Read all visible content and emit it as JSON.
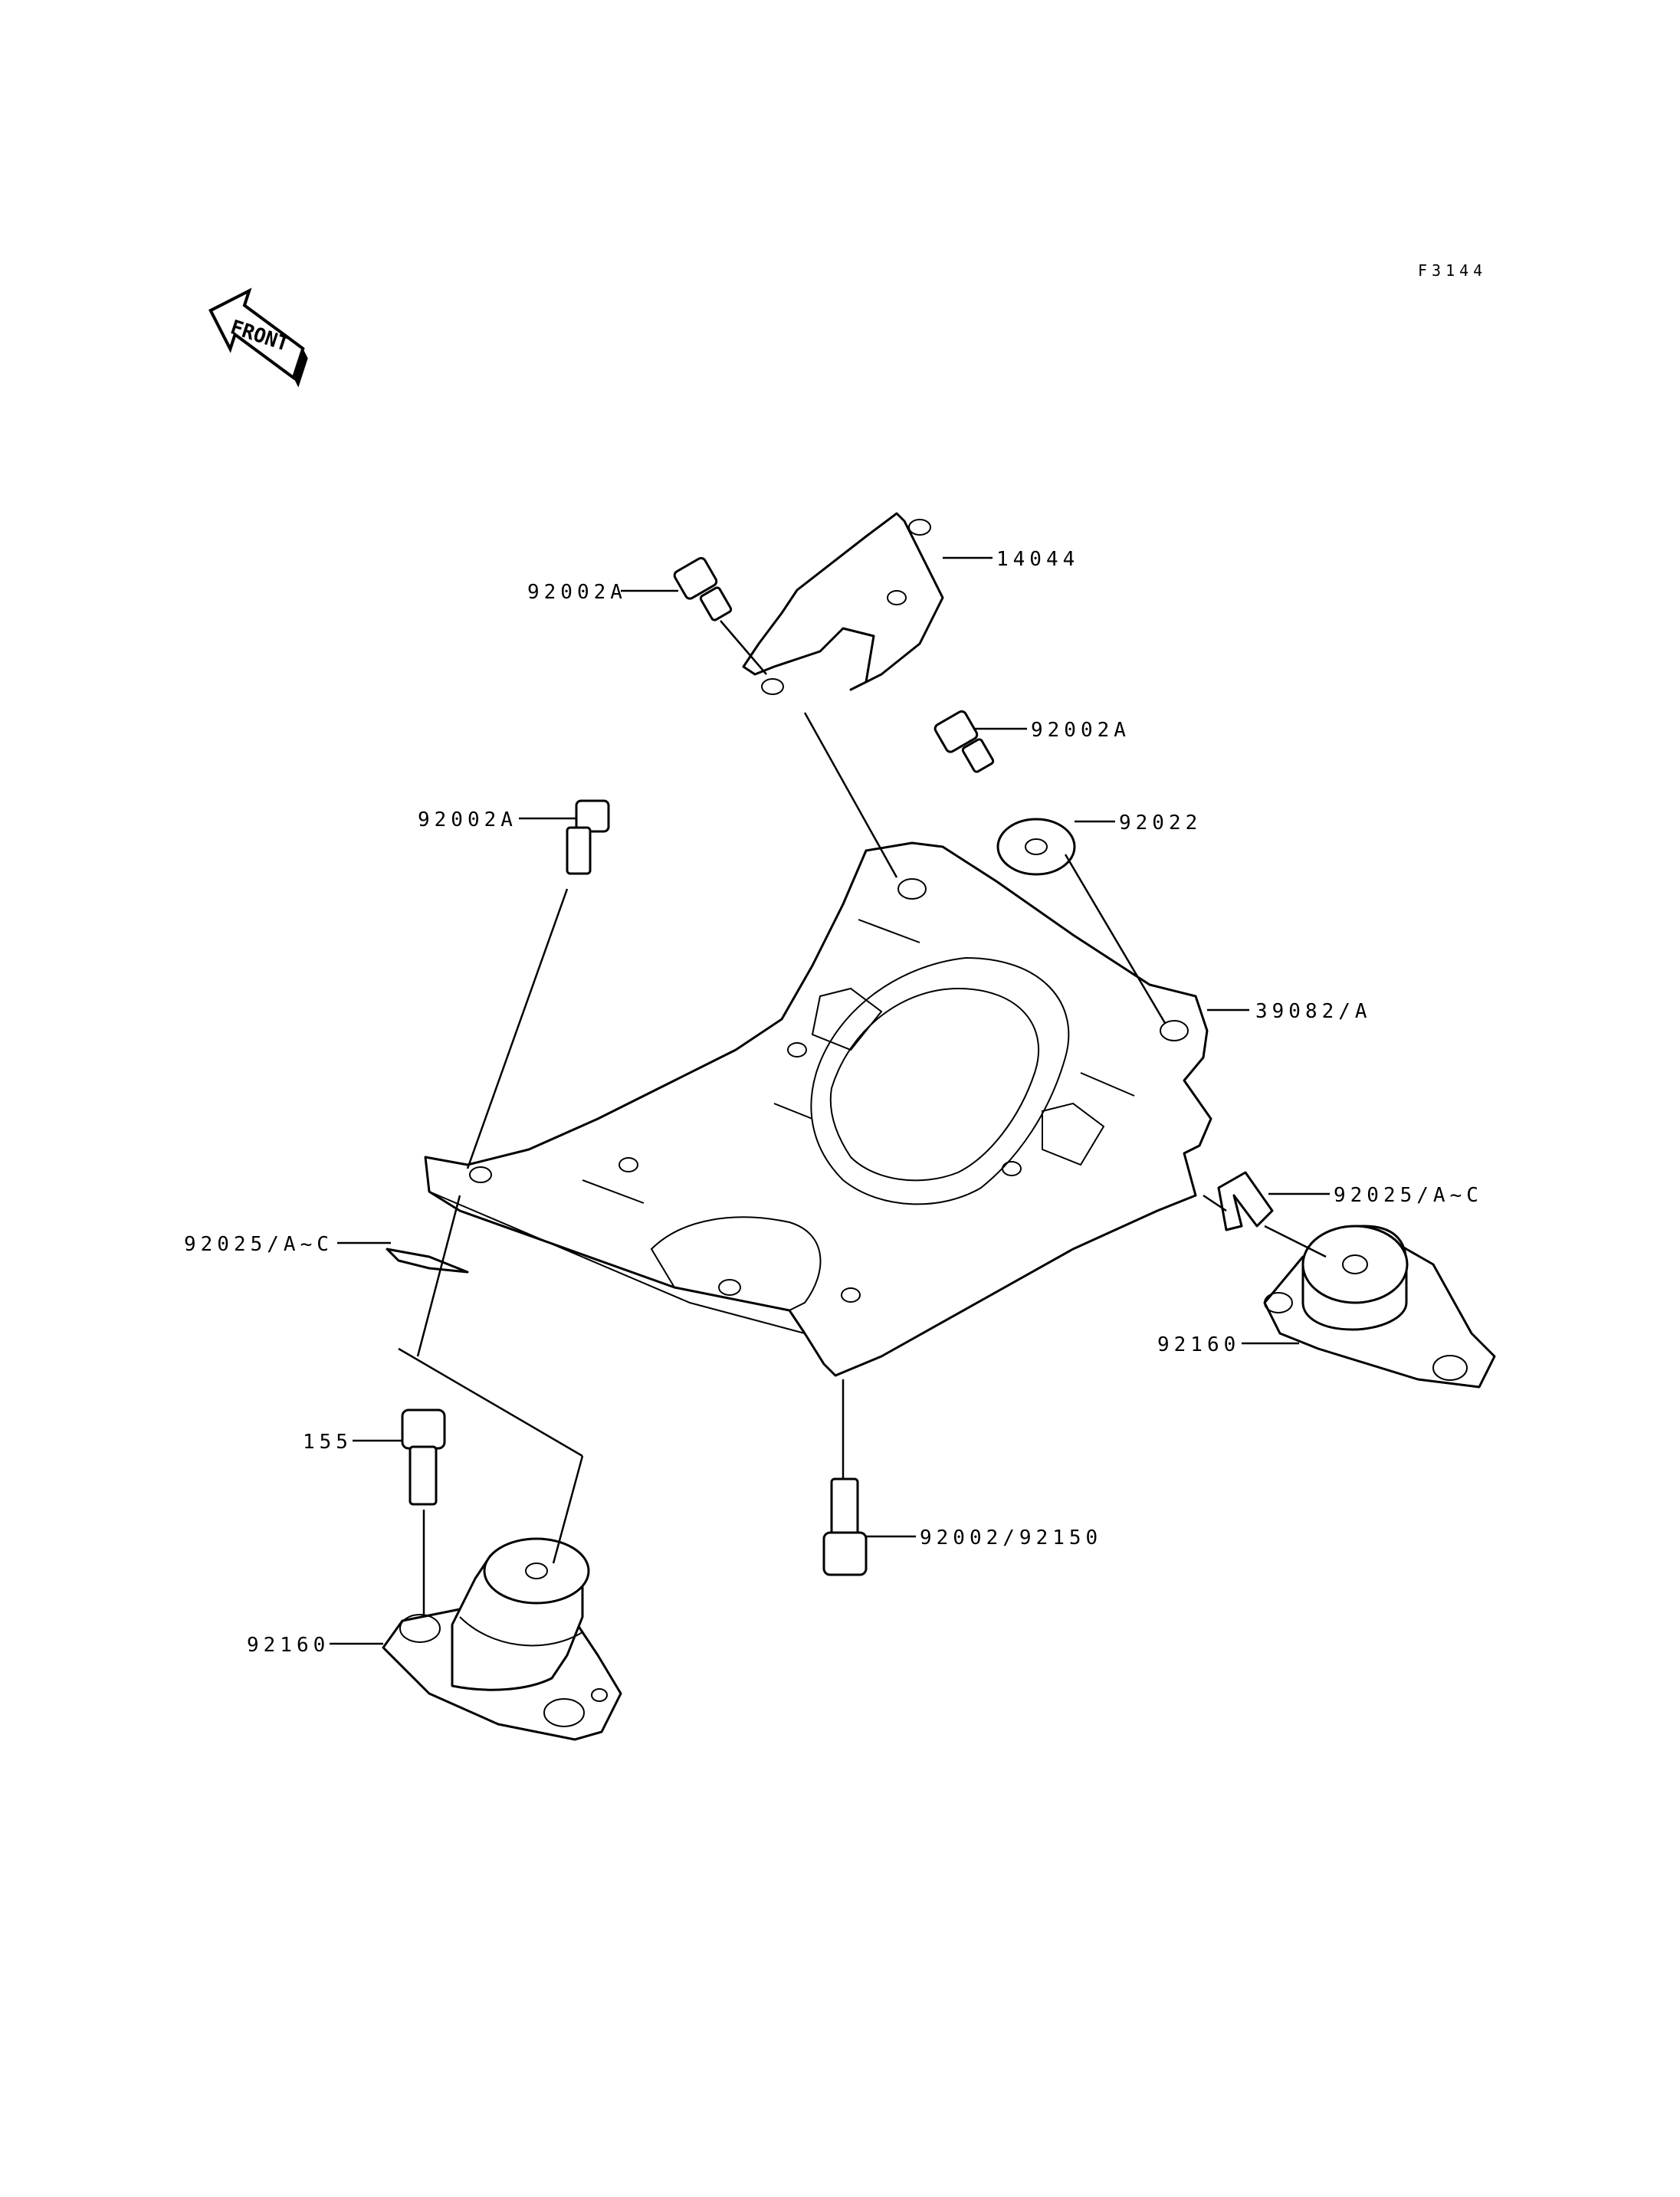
{
  "diagram": {
    "figure_code": "F3144",
    "front_label": "FRONT",
    "callouts": {
      "c14044": "14044",
      "c92002A_top": "92002A",
      "c92002A_right": "92002A",
      "c92002A_left": "92002A",
      "c92022": "92022",
      "c39082": "39082/A",
      "c92025_right": "92025/A~C",
      "c92025_left": "92025/A~C",
      "c92160_right": "92160",
      "c155": "155",
      "c92002_92150": "92002/92150",
      "c92160_left": "92160"
    }
  }
}
